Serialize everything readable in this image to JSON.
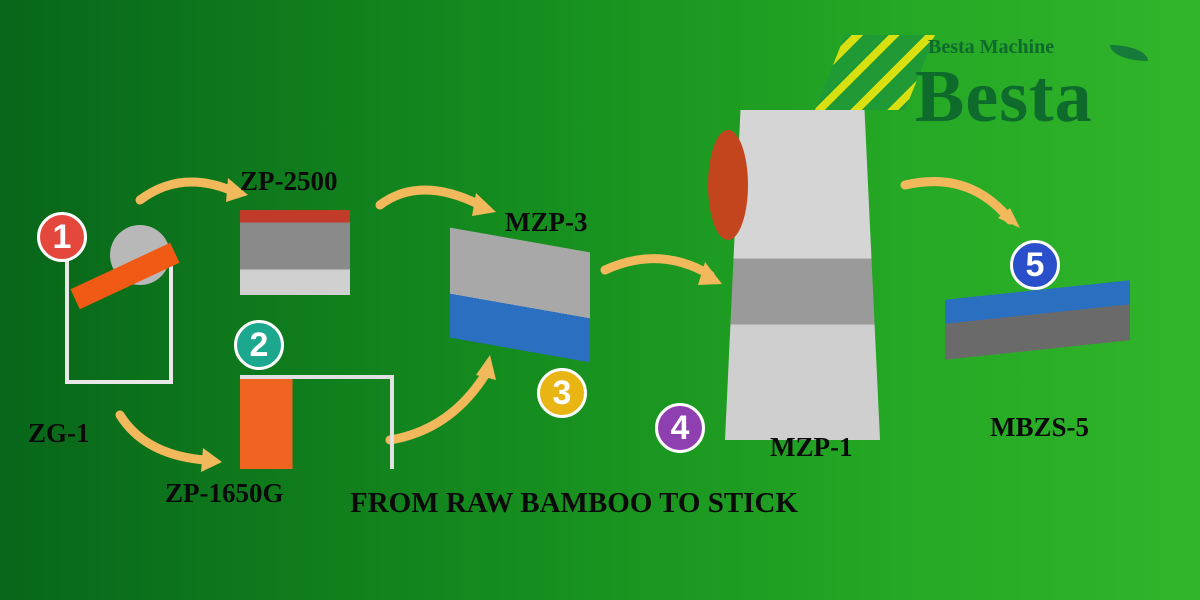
{
  "logo": {
    "subtitle": "Besta Machine",
    "name": "Besta"
  },
  "steps": [
    {
      "number": "1",
      "label": "ZG-1",
      "color": "#e4473b"
    },
    {
      "number": "2",
      "label": "ZP-1650G",
      "color": "#1ba88f"
    },
    {
      "number": "3",
      "label": "MZP-3",
      "color": "#e8b512"
    },
    {
      "number": "4",
      "label": "MZP-1",
      "color": "#8e3fb0"
    },
    {
      "number": "5",
      "label": "MBZS-5",
      "color": "#2a4fcb"
    }
  ],
  "extra_label": "ZP-2500",
  "caption": "FROM RAW BAMBOO TO STICK",
  "arrow_color": "#f2b95c"
}
